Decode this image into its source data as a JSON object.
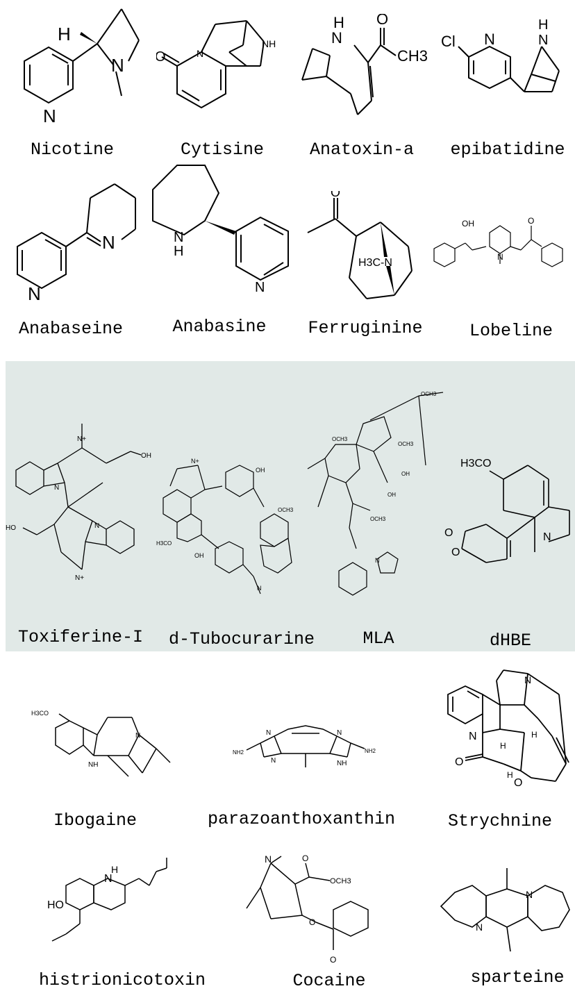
{
  "row1": [
    "Nicotine",
    "Cytisine",
    "Anatoxin-a",
    "epibatidine"
  ],
  "row2": [
    "Anabaseine",
    "Anabasine",
    "Ferruginine",
    "Lobeline"
  ],
  "row3": [
    "Toxiferine-I",
    "d-Tubocurarine",
    "MLA",
    "dHBE"
  ],
  "row4": [
    "Ibogaine",
    "parazoanthoxanthin",
    "Strychnine"
  ],
  "row5": [
    "histrionicotoxin",
    "Cocaine",
    "sparteine"
  ],
  "atoms": {
    "H": "H",
    "N": "N",
    "O": "O",
    "NH": "NH",
    "Cl": "Cl",
    "CH3": "CH3",
    "OH": "OH",
    "H3C_N": "H3C-N",
    "H3CO": "H3CO",
    "HO": "HO",
    "OCH3": "OCH3",
    "N_plus": "N+",
    "NH2": "NH2",
    "H3CO_small": "H3CO",
    "OCH3_small": "OCH3"
  },
  "colors": {
    "panel": "#e1e9e7",
    "ink": "#000000"
  }
}
